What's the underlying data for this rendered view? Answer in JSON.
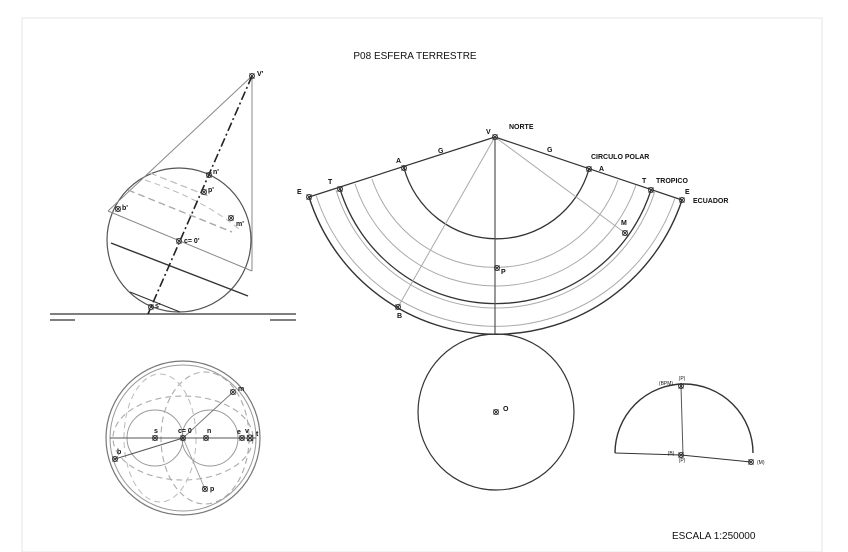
{
  "title": "P08 ESFERA TERRESTRE",
  "scale": "ESCALA 1:250000",
  "elevation_view": {
    "v_label": "V'",
    "n_label": "n'",
    "p_label": "p'",
    "b_label": "b'",
    "m_label": "m'",
    "c_label": "c= 0'",
    "s_label": "s'"
  },
  "plan_view": {
    "m_label": "m",
    "s_label": "s",
    "c_label": "c= 0",
    "n_label": "n",
    "e_label": "e",
    "v_label": "v",
    "t_label": "t",
    "b_label": "b",
    "p_label": "p"
  },
  "development": {
    "norte": "NORTE",
    "v_label": "V",
    "circulo_polar": "CIRCULO POLAR",
    "tropico": "TROPICO",
    "ecuador": "ECUADOR",
    "a_left": "A",
    "a_right": "A",
    "g_left": "G",
    "g_right": "G",
    "t_left": "T",
    "t_right": "T",
    "e_left": "E",
    "e_right": "E",
    "m_label": "M",
    "p_label": "P",
    "b_label": "B"
  },
  "circle_view": {
    "o_label": "O"
  },
  "semicircle_view": {
    "top_label_1": "(BPM)",
    "top_label_2": "(P)",
    "center_label_1": "(B)",
    "center_label_2": "(P)",
    "right_label": "(M)"
  }
}
